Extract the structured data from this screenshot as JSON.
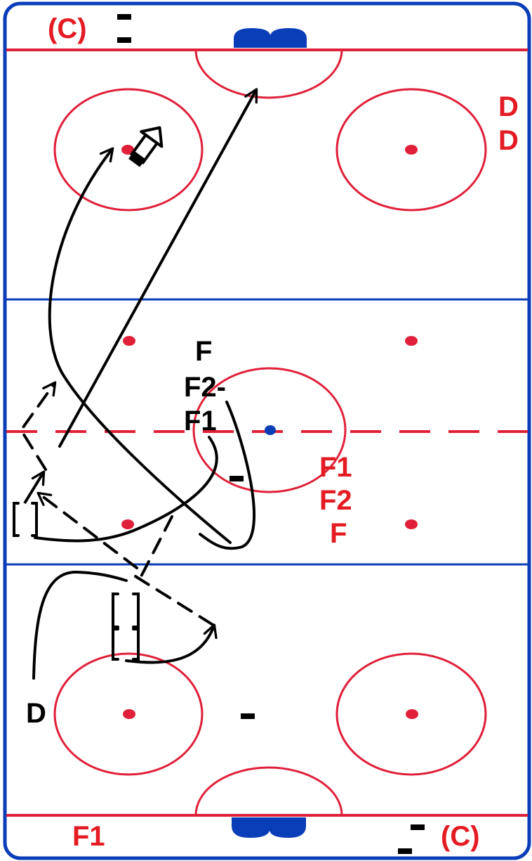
{
  "colors": {
    "rink_border": "#0a3db8",
    "blue_line": "#0a3db8",
    "red_line": "#e0203a",
    "faceoff_red": "#e0203a",
    "center_dot": "#0a3db8",
    "net_blue": "#0a3db8",
    "player_red": "#e51b24",
    "player_black": "#000000",
    "path": "#000000"
  },
  "labels": {
    "coach_top": "(C)",
    "coach_bottom": "(C)",
    "d_red_1": "D",
    "d_red_2": "D",
    "f_black": "F",
    "f2_black": "F2-",
    "f1_black": "F1",
    "f1_red": "F1",
    "f2_red": "F2",
    "f_red": "F",
    "d_black": "D",
    "f1_bottom": "F1"
  },
  "icons": {
    "pylon": "pylon-icon",
    "shot": "shot-arrow-icon",
    "pivot": "pivot-bracket-icon",
    "net": "net-icon"
  }
}
